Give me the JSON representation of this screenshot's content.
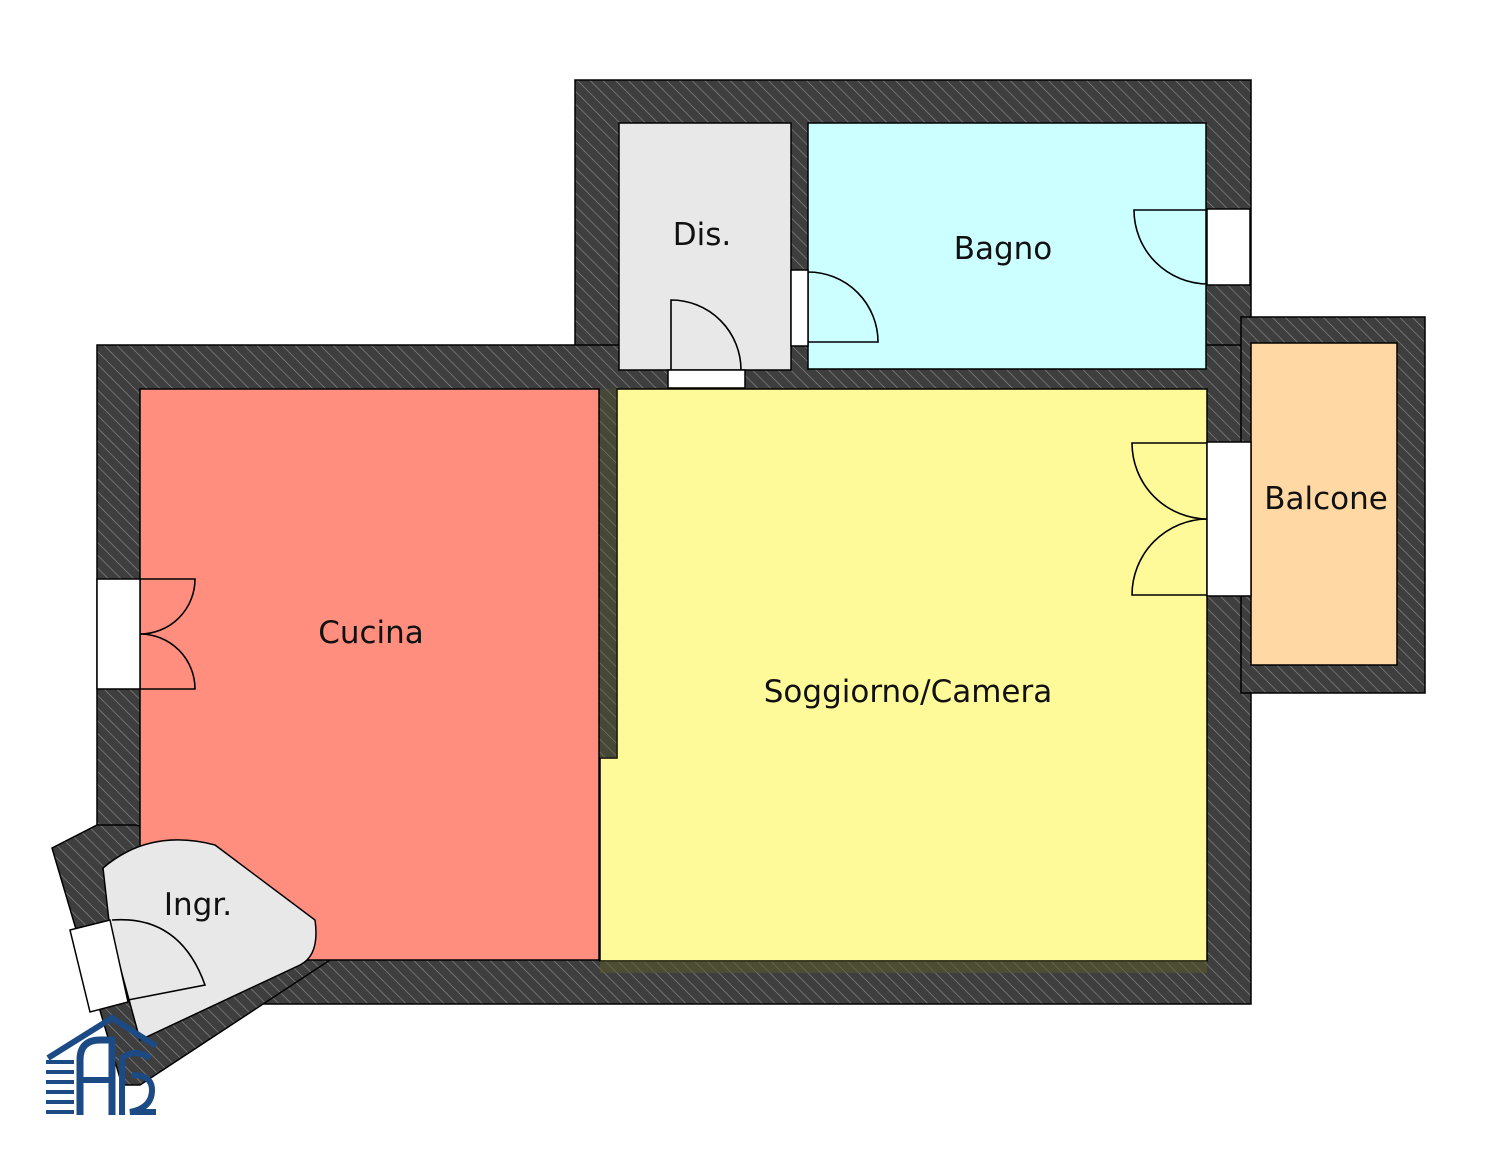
{
  "floor_plan": {
    "rooms": [
      {
        "id": "dis",
        "label": "Dis.",
        "color": "#e8e8e8"
      },
      {
        "id": "bagno",
        "label": "Bagno",
        "color": "#ccffff"
      },
      {
        "id": "balcone",
        "label": "Balcone",
        "color": "#ffd8a3"
      },
      {
        "id": "cucina",
        "label": "Cucina",
        "color": "#ff8e7f"
      },
      {
        "id": "soggiorno",
        "label": "Soggiorno/Camera",
        "color": "#fefa9a"
      },
      {
        "id": "ingresso",
        "label": "Ingr.",
        "color": "#e8e8e8"
      }
    ],
    "wall_color": "#3e3e3e",
    "door_line_color": "#000000",
    "logo": {
      "icon": "house-logo-icon",
      "color": "#1c4a84"
    }
  }
}
